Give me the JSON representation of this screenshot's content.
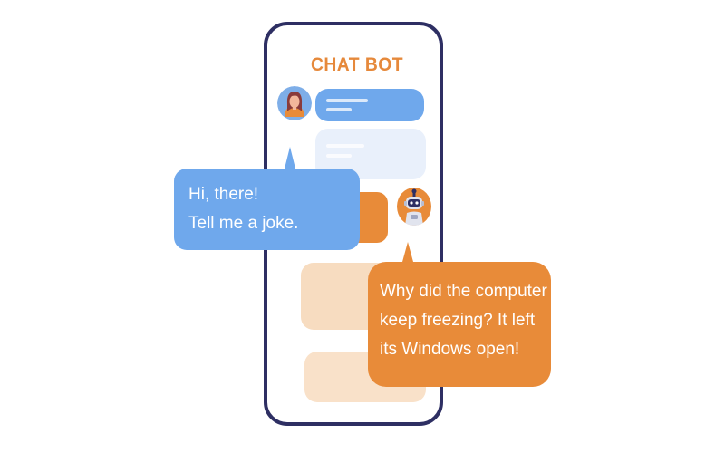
{
  "app": {
    "title": "CHAT BOT"
  },
  "messages": {
    "user": {
      "lines": [
        "Hi, there!",
        "Tell me a joke."
      ]
    },
    "bot": {
      "lines": [
        "Why did the computer",
        "keep freezing? It left",
        "its Windows open!"
      ]
    }
  },
  "colors": {
    "phone_frame": "#2e2f63",
    "title": "#e6893b",
    "user_bubble": "#6fa8ec",
    "user_bubble_light": "#e9f0fb",
    "bot_bubble": "#e88b39",
    "bot_bubble_light": "#f7dcc0"
  },
  "icons": {
    "user_avatar": "woman-avatar-icon",
    "bot_avatar": "robot-avatar-icon"
  }
}
